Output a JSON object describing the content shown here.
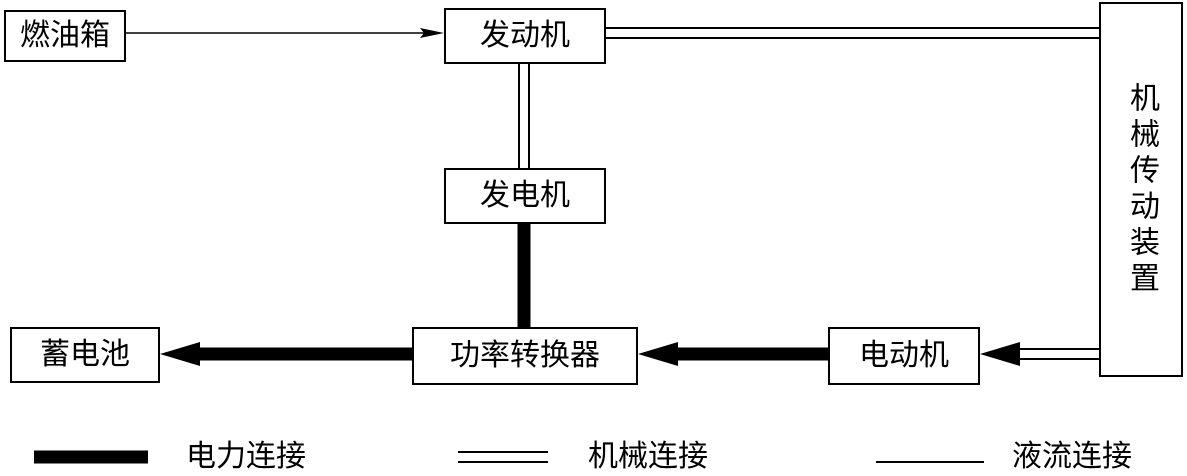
{
  "nodes": {
    "fuel_tank": "燃油箱",
    "engine": "发动机",
    "generator": "发电机",
    "power_converter": "功率转换器",
    "battery": "蓄电池",
    "motor": "电动机",
    "mechanical_transmission": "机械传动装置"
  },
  "legend": {
    "electric": "电力连接",
    "mechanical": "机械连接",
    "fluid": "液流连接"
  }
}
